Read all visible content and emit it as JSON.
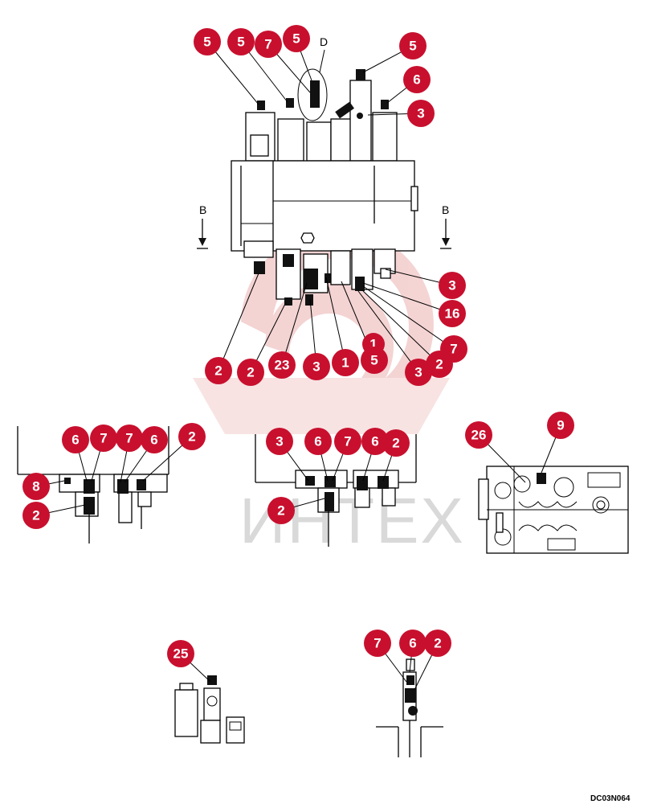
{
  "diagram": {
    "drawing_code": "DC03N064",
    "watermark_text": "ИНТЕХ",
    "section_label_left": "B",
    "section_label_right": "B",
    "detail_label": "D"
  },
  "callouts": {
    "main": [
      "5",
      "5",
      "7",
      "5",
      "5",
      "6",
      "3",
      "3",
      "16",
      "7",
      "2",
      "3",
      "1",
      "5",
      "3",
      "23",
      "2",
      "2"
    ],
    "main_partial": "1",
    "left_view": [
      "6",
      "7",
      "7",
      "6",
      "2",
      "8",
      "2"
    ],
    "center_view": [
      "3",
      "6",
      "7",
      "6",
      "2",
      "2"
    ],
    "right_view": [
      "26",
      "9"
    ],
    "bottom_left": [
      "25"
    ],
    "bottom_right": [
      "7",
      "6",
      "2"
    ]
  },
  "colors": {
    "callout": "#c8102e",
    "watermark": "#e8a0a0"
  }
}
